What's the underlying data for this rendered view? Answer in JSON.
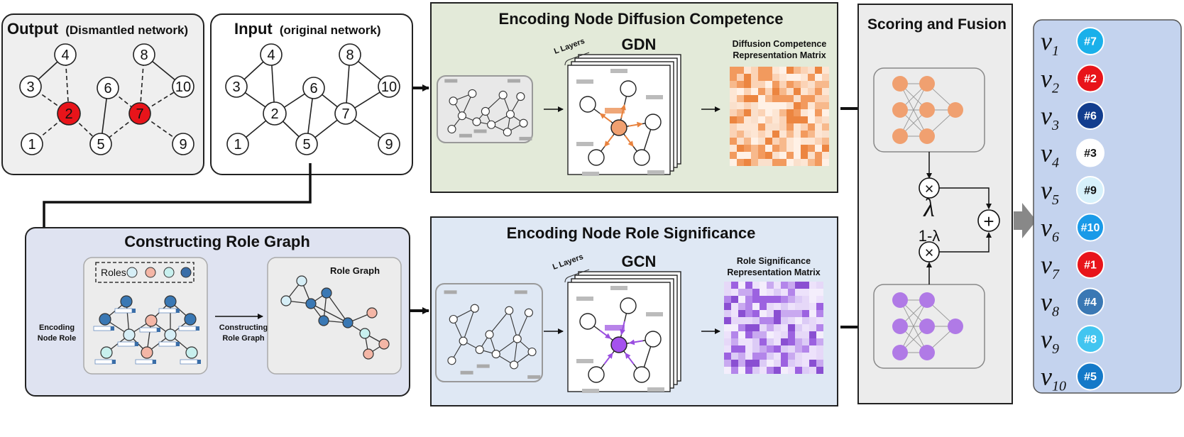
{
  "panels": {
    "output": {
      "title": "Output",
      "subtitle": "(Dismantled network)"
    },
    "input": {
      "title": "Input",
      "subtitle": "(original network)"
    },
    "diffusion": {
      "title": "Encoding Node Diffusion Competence",
      "layers": "L Layers",
      "model": "GDN",
      "matrix_line1": "Diffusion Competence",
      "matrix_line2": "Representation Matrix"
    },
    "role_graph": {
      "title": "Constructing Role Graph",
      "roles_label": "Roles",
      "role_graph_label": "Role Graph",
      "encoding_line1": "Encoding",
      "encoding_line2": "Node Role",
      "constructing_line1": "Constructing",
      "constructing_line2": "Role Graph"
    },
    "role_sig": {
      "title": "Encoding Node Role Significance",
      "layers": "L Layers",
      "model": "GCN",
      "matrix_line1": "Role Significance",
      "matrix_line2": "Representation Matrix"
    },
    "scoring": {
      "title": "Scoring and Fusion",
      "lambda": "λ",
      "one_minus_lambda": "1-λ",
      "times": "×",
      "plus": "+"
    }
  },
  "network_nodes": [
    "1",
    "2",
    "3",
    "4",
    "5",
    "6",
    "7",
    "8",
    "9",
    "10"
  ],
  "colors": {
    "removed_node": "#e8141a",
    "diffusion_bg": "#e3ead9",
    "role_bg": "#dfe3f1",
    "role_sig_bg": "#dfe8f4",
    "scoring_bg": "#ececec",
    "orange": "#f0a070",
    "purple": "#b07ae6"
  },
  "ranking": [
    {
      "v": "v",
      "sub": "1",
      "rank": "#7",
      "color": "#1ab0ea",
      "text_color": "#ffffff"
    },
    {
      "v": "v",
      "sub": "2",
      "rank": "#2",
      "color": "#e8141a",
      "text_color": "#ffffff"
    },
    {
      "v": "v",
      "sub": "3",
      "rank": "#6",
      "color": "#123d8e",
      "text_color": "#ffffff"
    },
    {
      "v": "v",
      "sub": "4",
      "rank": "#3",
      "color": "#ffffff",
      "text_color": "#111111"
    },
    {
      "v": "v",
      "sub": "5",
      "rank": "#9",
      "color": "#d7f1fb",
      "text_color": "#111111"
    },
    {
      "v": "v",
      "sub": "6",
      "rank": "#10",
      "color": "#1a9ae8",
      "text_color": "#ffffff"
    },
    {
      "v": "v",
      "sub": "7",
      "rank": "#1",
      "color": "#e8141a",
      "text_color": "#ffffff"
    },
    {
      "v": "v",
      "sub": "8",
      "rank": "#4",
      "color": "#3a78b4",
      "text_color": "#ffffff"
    },
    {
      "v": "v",
      "sub": "9",
      "rank": "#8",
      "color": "#42c5f0",
      "text_color": "#ffffff"
    },
    {
      "v": "v",
      "sub": "10",
      "rank": "#5",
      "color": "#1479c8",
      "text_color": "#ffffff"
    }
  ]
}
